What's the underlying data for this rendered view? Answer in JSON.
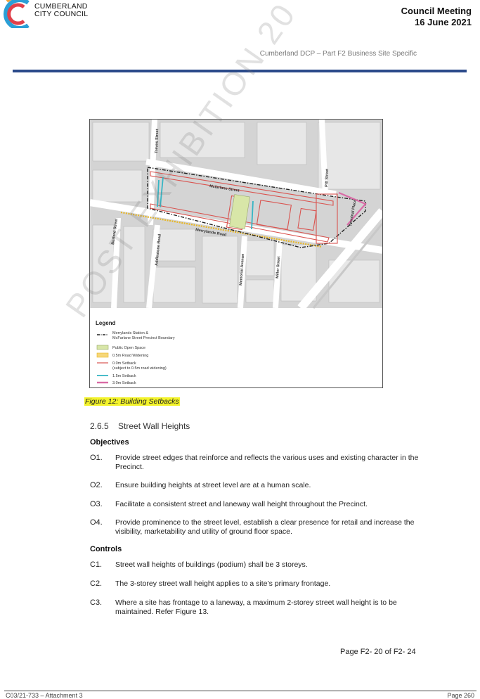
{
  "header": {
    "org_line1": "CUMBERLAND",
    "org_line2": "CITY COUNCIL",
    "meeting_title": "Council Meeting",
    "meeting_date": "16 June 2021",
    "document_title": "Cumberland DCP – Part F2 Business Site Specific"
  },
  "figure": {
    "streets": [
      "Mcfarlane Street",
      "Merrylands Road",
      "Treves Street",
      "Pitt Street",
      "Burford Street",
      "Addlestone Road",
      "Memorial Avenue",
      "Miller Street",
      "Terminal Place"
    ],
    "legend_title": "Legend",
    "legend_items": [
      {
        "label": "Merrylands Station &"
      },
      {
        "label": "McFarlane Street Precinct Boundary"
      },
      {
        "label": "Public Open Space"
      },
      {
        "label": "0.5m Road Widening"
      },
      {
        "label": "0.0m Setback"
      },
      {
        "label": "(subject to 0.5m road widening)"
      },
      {
        "label": "1.5m Setback"
      },
      {
        "label": "3.0m Setback"
      }
    ],
    "caption": "Figure 12: Building Setbacks"
  },
  "section": {
    "heading": "2.6.5    Street Wall Heights",
    "objectives_label": "Objectives",
    "objectives": [
      {
        "code": "O1.",
        "text": "Provide street edges that reinforce and reflects the various uses and existing character in the Precinct."
      },
      {
        "code": "O2.",
        "text": "Ensure building heights at street level are at a human scale."
      },
      {
        "code": "O3.",
        "text": "Facilitate a consistent street and laneway wall height throughout the Precinct."
      },
      {
        "code": "O4.",
        "text": "Provide prominence to the street level, establish a clear presence for retail and increase the visibility, marketability and utility of ground floor space."
      }
    ],
    "controls_label": "Controls",
    "controls": [
      {
        "code": "C1.",
        "text": "Street wall heights of buildings (podium) shall be 3 storeys."
      },
      {
        "code": "C2.",
        "text": "The 3-storey street wall height applies to a site’s primary frontage."
      },
      {
        "code": "C3.",
        "text": "Where a site has frontage to a laneway, a maximum 2-storey street wall height is to be maintained. Refer Figure 13."
      }
    ]
  },
  "footer": {
    "page": "Page F2- 20 of F2- 24",
    "left": "C03/21-733 – Attachment 3",
    "right": "Page 260"
  },
  "watermark": "POST EXHIBITION 20"
}
